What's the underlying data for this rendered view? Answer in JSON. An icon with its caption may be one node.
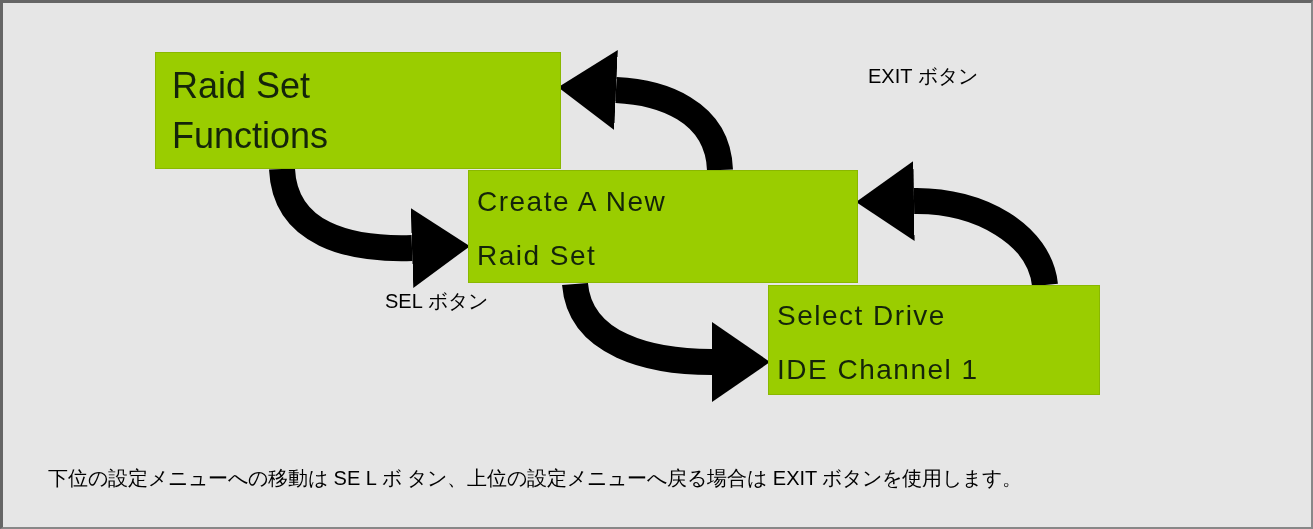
{
  "diagram": {
    "nodes": [
      {
        "text": [
          "Raid Set Functions"
        ]
      },
      {
        "text": [
          "Create A New Raid Set"
        ]
      },
      {
        "text": [
          "Select Drive IDE Channel 1"
        ]
      }
    ],
    "edges": [
      {
        "from": 0,
        "to": 1,
        "arrow": "to"
      },
      {
        "from": 1,
        "to": 2,
        "arrow": "to"
      },
      {
        "from": 1,
        "to": 0,
        "arrow": "to"
      },
      {
        "from": 2,
        "to": 1,
        "arrow": "to"
      }
    ],
    "labels": [
      "EXIT ボタン",
      "SEL ボタン",
      "下位の設定メニューへの移動は SE L ボ タン、上位の設定メニューへ戻る場合は EXIT ボタンを使用します。"
    ]
  }
}
